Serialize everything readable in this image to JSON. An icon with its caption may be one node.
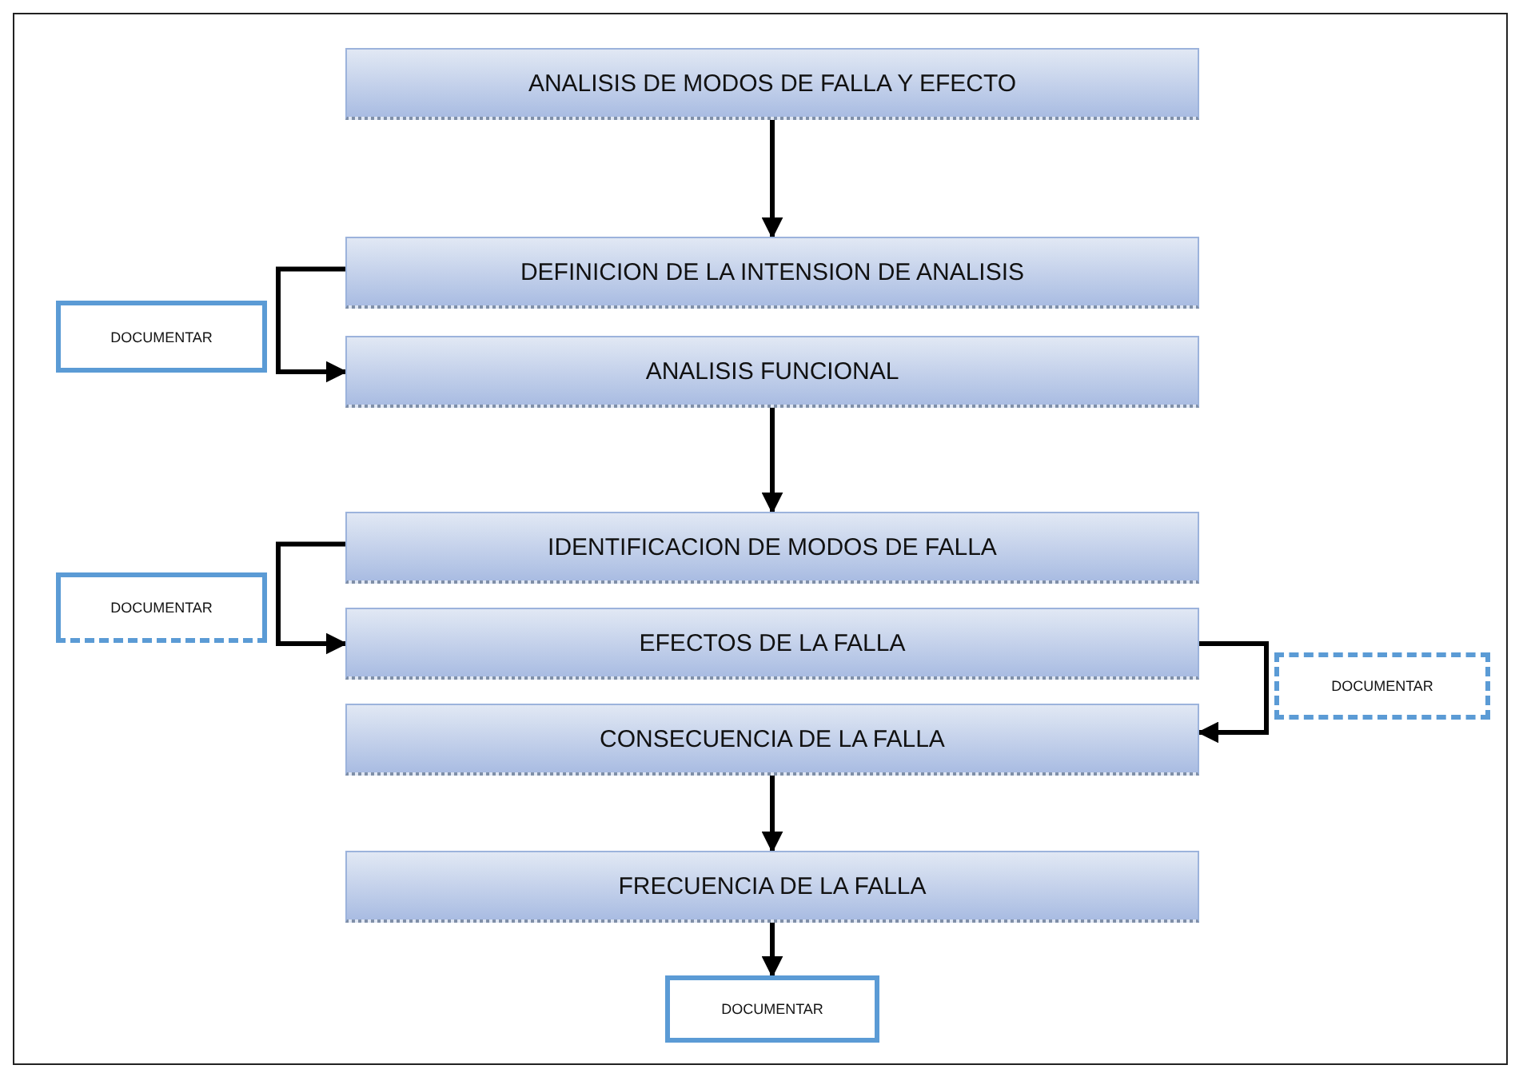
{
  "diagram": {
    "nodes": [
      {
        "text": [
          "ANALISIS DE MODOS DE FALLA Y EFECTO"
        ]
      },
      {
        "text": [
          "DEFINICION DE LA INTENSION DE ANALISIS"
        ]
      },
      {
        "text": [
          "ANALISIS FUNCIONAL"
        ]
      },
      {
        "text": [
          "IDENTIFICACION DE MODOS DE FALLA"
        ]
      },
      {
        "text": [
          "EFECTOS DE LA FALLA"
        ]
      },
      {
        "text": [
          "CONSECUENCIA DE LA FALLA"
        ]
      },
      {
        "text": [
          "FRECUENCIA DE LA FALLA"
        ]
      },
      {
        "text": [
          "DOCUMENTAR"
        ]
      },
      {
        "text": [
          "DOCUMENTAR"
        ]
      },
      {
        "text": [
          "DOCUMENTAR"
        ]
      },
      {
        "text": [
          "DOCUMENTAR"
        ]
      }
    ],
    "edges": [
      {
        "from": 0,
        "to": 1,
        "arrow": "to"
      },
      {
        "from": 1,
        "to": 2,
        "arrow": "to"
      },
      {
        "from": 2,
        "to": 3,
        "arrow": "to"
      },
      {
        "from": 3,
        "to": 4,
        "arrow": "to"
      },
      {
        "from": 4,
        "to": 5,
        "arrow": "to"
      },
      {
        "from": 5,
        "to": 6,
        "arrow": "to"
      },
      {
        "from": 6,
        "to": 10,
        "arrow": "to"
      }
    ]
  }
}
